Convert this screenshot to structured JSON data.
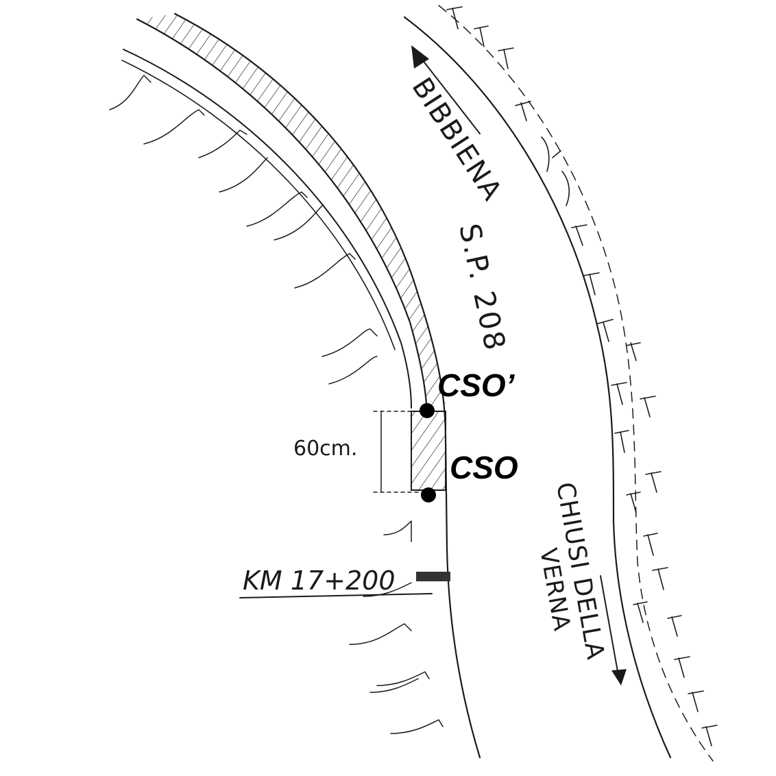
{
  "diagram": {
    "road_name": "S.P. 208",
    "direction_north": "BIBBIENA",
    "direction_south_line1": "CHIUSI DELLA",
    "direction_south_line2": "VERNA",
    "point_upper": "CSO’",
    "point_lower": "CSO",
    "dimension": "60cm.",
    "milestone": "KM 17+200",
    "colors": {
      "ink": "#1a1a1a",
      "paper": "#ffffff",
      "points": "#000000"
    }
  }
}
